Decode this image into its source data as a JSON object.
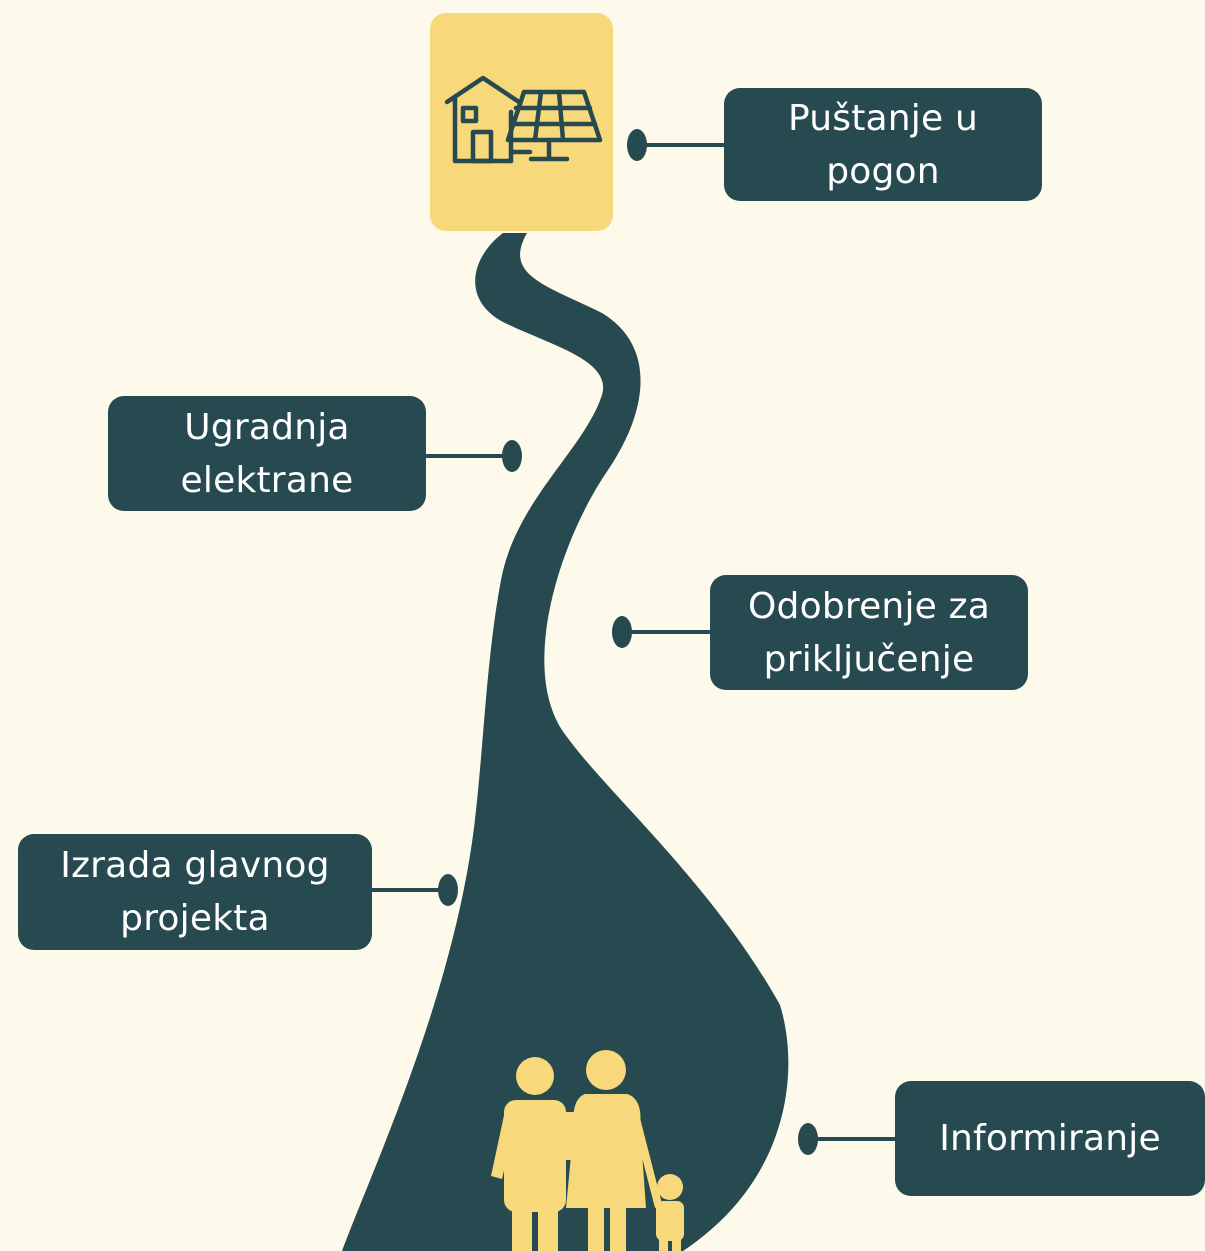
{
  "colors": {
    "background": "#fdfaeb",
    "road": "#264a4f",
    "accent": "#f7d87a",
    "box": "#264a4f",
    "box_text": "#ffffff"
  },
  "icons": {
    "top": "house-solar-panel-icon",
    "bottom": "family-icon"
  },
  "steps": [
    {
      "order": 5,
      "lines": [
        "Puštanje u",
        "pogon"
      ]
    },
    {
      "order": 4,
      "lines": [
        "Ugradnja",
        "elektrane"
      ]
    },
    {
      "order": 3,
      "lines": [
        "Odobrenje za",
        "priključenje"
      ]
    },
    {
      "order": 2,
      "lines": [
        "Izrada glavnog",
        "projekta"
      ]
    },
    {
      "order": 1,
      "lines": [
        "Informiranje"
      ]
    }
  ]
}
